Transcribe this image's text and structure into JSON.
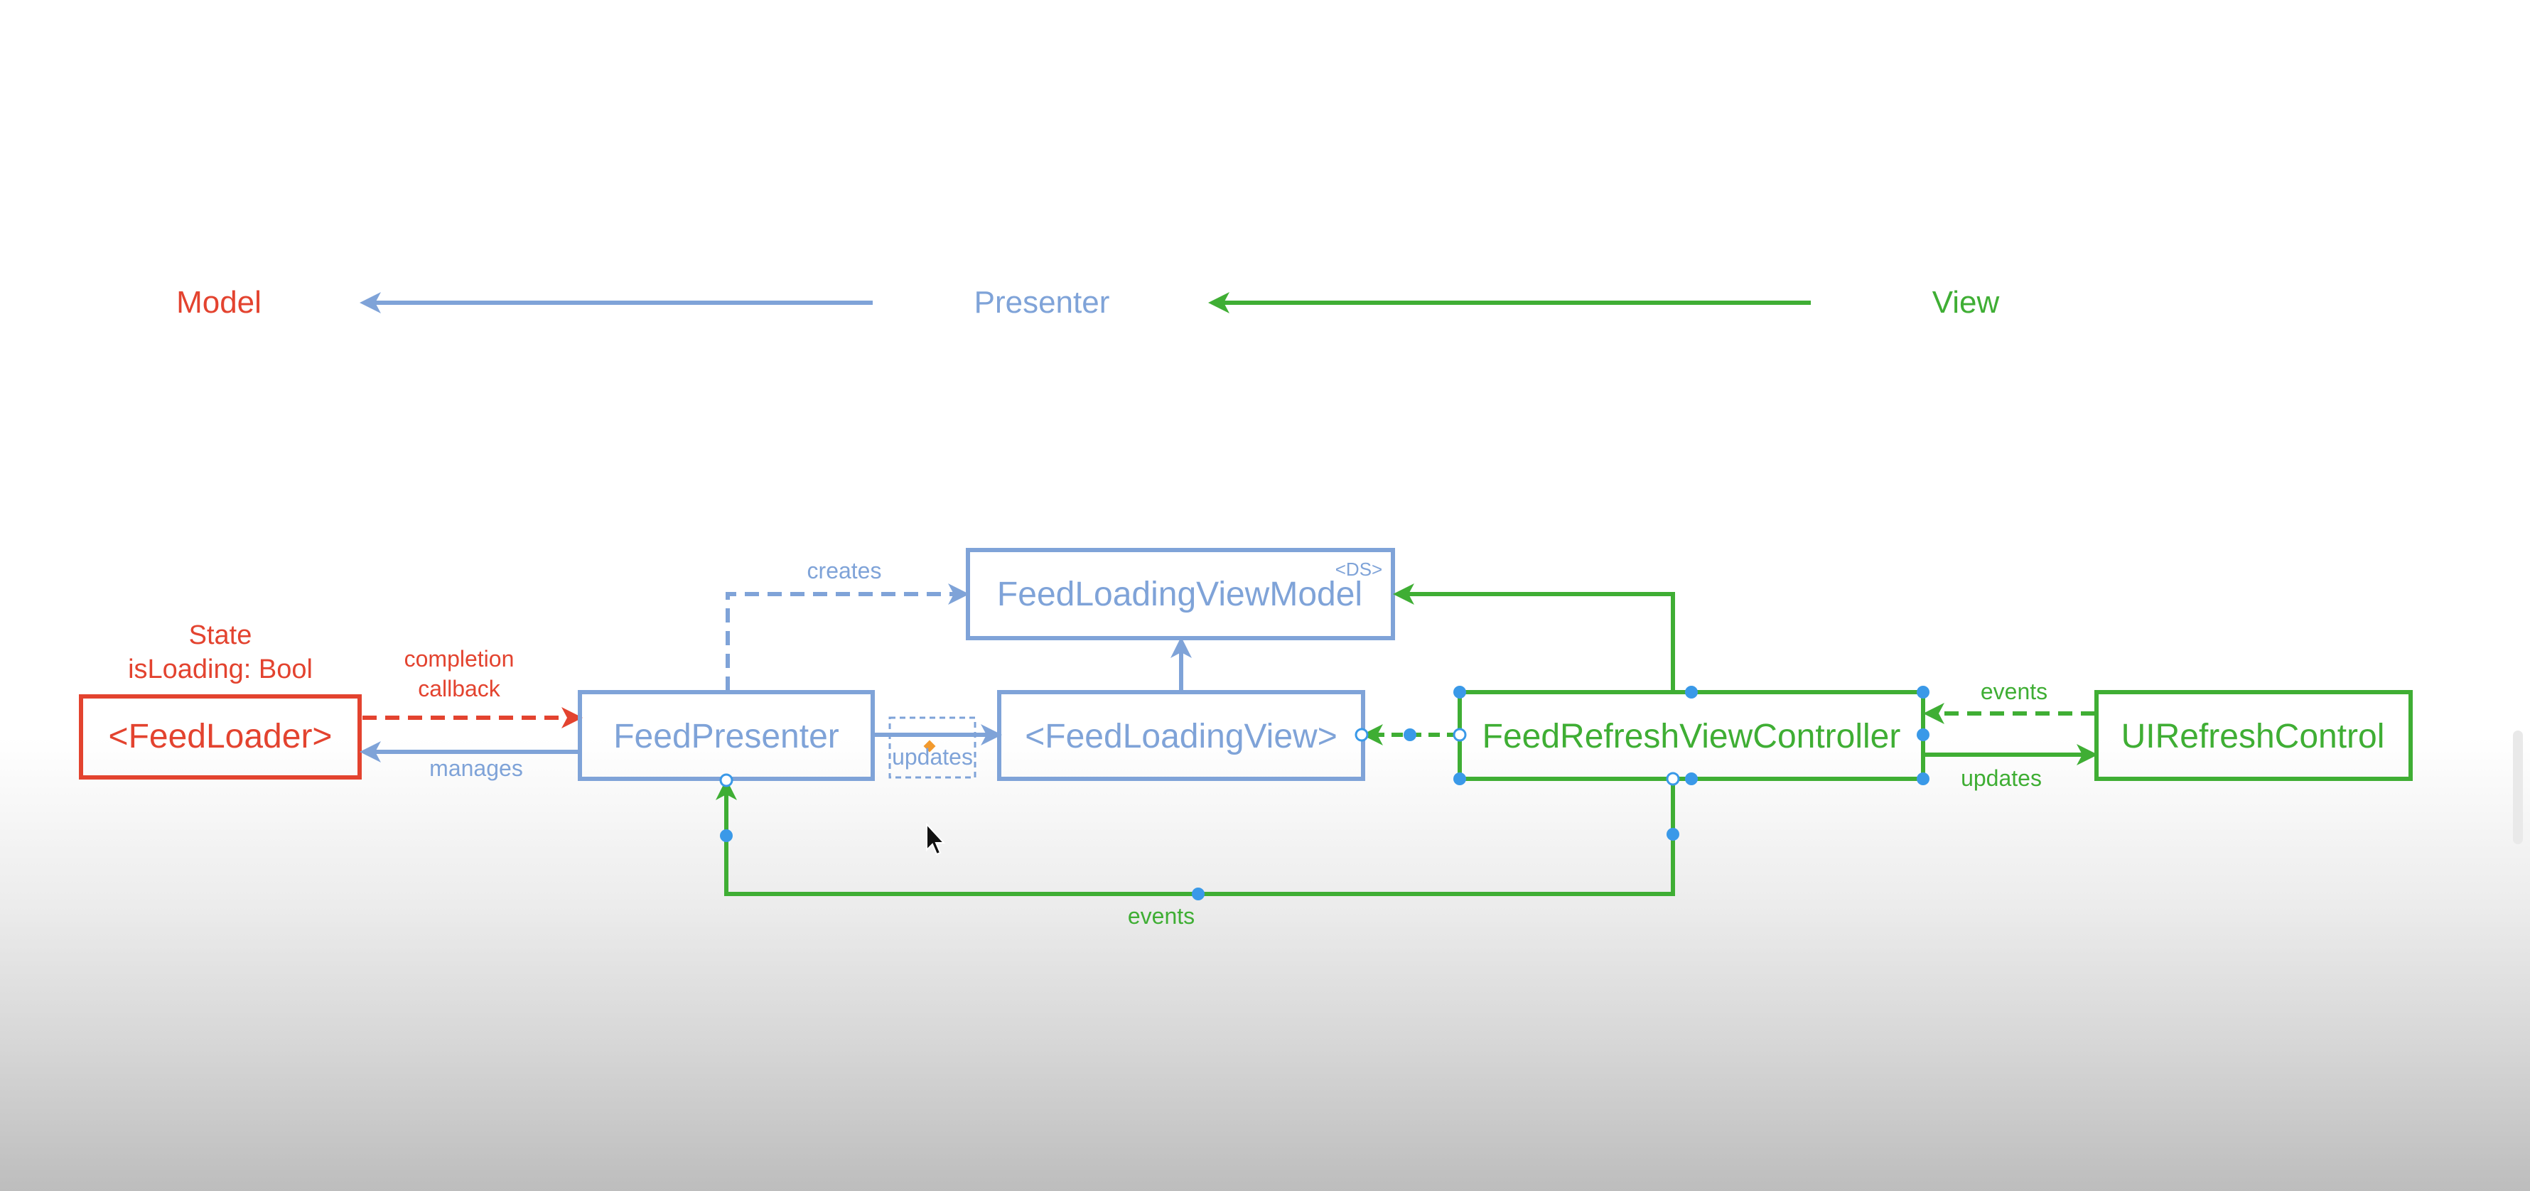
{
  "colors": {
    "model": "#e3432f",
    "presenter": "#7fa3d8",
    "view": "#3fae34",
    "handle": "#3a99e8",
    "connector_orange": "#f29a2e"
  },
  "legend": {
    "model": "Model",
    "presenter": "Presenter",
    "view": "View"
  },
  "nodes": {
    "feed_loader": "<FeedLoader>",
    "feed_presenter": "FeedPresenter",
    "feed_loading_view": "<FeedLoadingView>",
    "feed_loading_view_model": "FeedLoadingViewModel",
    "feed_loading_view_model_tag": "<DS>",
    "feed_refresh_view_controller": "FeedRefreshViewController",
    "ui_refresh_control": "UIRefreshControl"
  },
  "labels": {
    "state_title": "State",
    "state_is_loading": "isLoading: Bool",
    "completion": "completion",
    "callback": "callback",
    "manages": "manages",
    "creates": "creates",
    "updates_presenter": "updates",
    "events_top": "events",
    "updates_right": "updates",
    "events_bottom": "events"
  },
  "icons": {
    "cursor": "mouse-pointer-icon"
  }
}
